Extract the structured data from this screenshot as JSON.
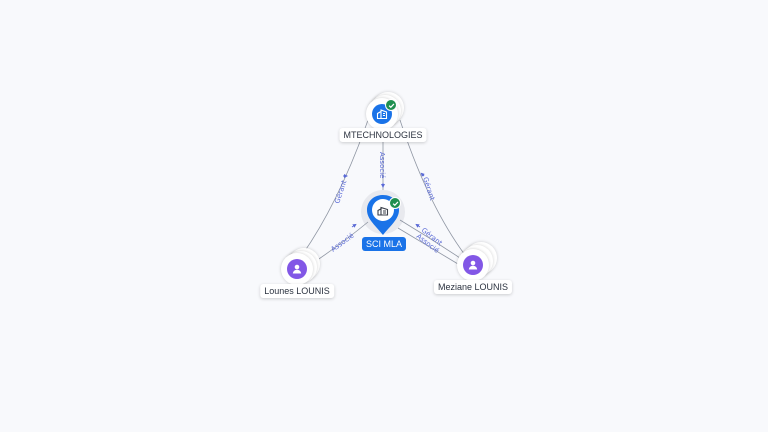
{
  "colors": {
    "person": "#8257e6",
    "company": "#1a73e8",
    "verified": "#1f8f4f",
    "edge": "#8f96a3",
    "edge_label": "#5a6ad6"
  },
  "nodes": {
    "mtechnologies": {
      "label": "MTECHNOLOGIES",
      "icon": "company-icon",
      "verified": true
    },
    "sci_mla": {
      "label": "SCI MLA",
      "icon": "company-icon",
      "verified": true,
      "selected": true
    },
    "lounes": {
      "label": "Lounes LOUNIS",
      "icon": "person-icon"
    },
    "meziane": {
      "label": "Meziane LOUNIS",
      "icon": "person-icon"
    }
  },
  "edges": [
    {
      "from": "Lounes LOUNIS",
      "to": "MTECHNOLOGIES",
      "label": "Gérant"
    },
    {
      "from": "MTECHNOLOGIES",
      "to": "SCI MLA",
      "label": "Associé"
    },
    {
      "from": "Meziane LOUNIS",
      "to": "MTECHNOLOGIES",
      "label": "Gérant"
    },
    {
      "from": "Lounes LOUNIS",
      "to": "SCI MLA",
      "label": "Associé"
    },
    {
      "from": "Meziane LOUNIS",
      "to": "SCI MLA",
      "label": "Gérant"
    },
    {
      "from": "Meziane LOUNIS",
      "to": "SCI MLA",
      "label": "Associé"
    }
  ]
}
